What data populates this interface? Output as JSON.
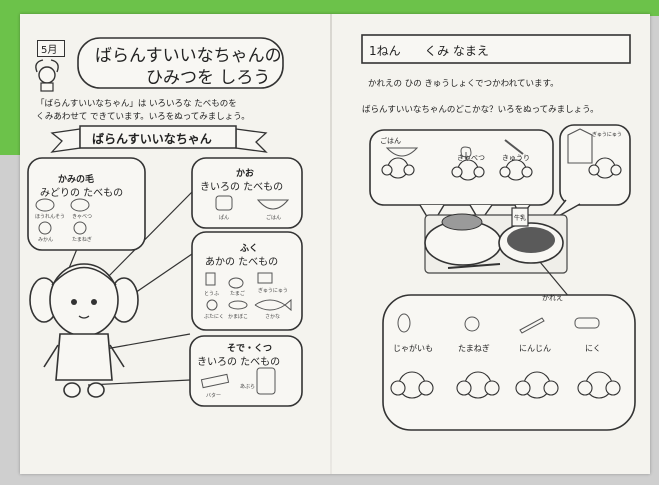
{
  "left": {
    "month": "5月",
    "title_line1": "ばらんすいいなちゃんの",
    "title_line2": "ひみつを しろう",
    "intro_line1": "「ばらんすいいなちゃん」は いろいろな たべものを",
    "intro_line2": "くみあわせて できています。いろをぬってみましょう。",
    "banner": "ばらんすいいなちゃん",
    "hair": {
      "part": "かみの毛",
      "group": "みどりの たべもの",
      "items": [
        "ほうれんそう",
        "きゃべつ",
        "みかん",
        "たまねぎ"
      ]
    },
    "face": {
      "part": "かお",
      "group": "きいろの たべもの",
      "items": [
        "ぱん",
        "ごはん"
      ]
    },
    "clothes": {
      "part": "ふく",
      "group": "あかの たべもの",
      "items": [
        "ぎゅうにゅう",
        "たまご",
        "とうふ",
        "かまぼこ",
        "ぶたにく",
        "さかな"
      ]
    },
    "shoes": {
      "part": "そで・くつ",
      "group": "きいろの たべもの",
      "items": [
        "バター",
        "あぶら"
      ]
    }
  },
  "right": {
    "header": "1ねん　　くみ なまえ",
    "desc1": "かれえの ひの きゅうしょくでつかわれています。",
    "desc2": "ばらんすいいなちゃんのどこかな？いろをぬってみましょう。",
    "top_items": [
      "ごはん",
      "きゃべつ",
      "きゅうり"
    ],
    "milk_label": "ぎゅうにゅう",
    "milk_carton": "牛乳",
    "curry_label": "かれえ",
    "bottom_items": [
      "じゃがいも",
      "たまねぎ",
      "にんじん",
      "にく"
    ]
  }
}
